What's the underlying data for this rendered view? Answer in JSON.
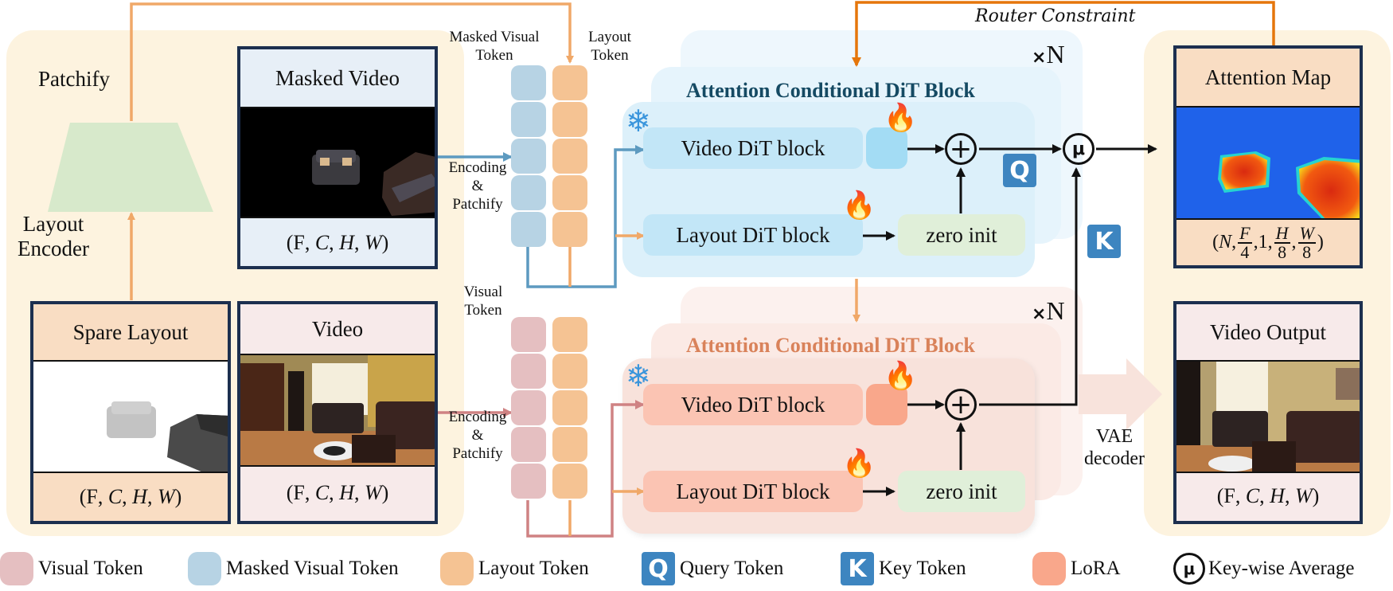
{
  "left_panel": {
    "patchify_label": "Patchify",
    "layout_encoder_label": "Layout\nEncoder",
    "masked_video": {
      "title": "Masked Video",
      "shape": [
        "F",
        "C",
        "H",
        "W"
      ]
    },
    "spare_layout": {
      "title": "Spare Layout",
      "shape": [
        "F",
        "C",
        "H",
        "W"
      ]
    },
    "video": {
      "title": "Video",
      "shape": [
        "F",
        "C",
        "H",
        "W"
      ]
    }
  },
  "tokens": {
    "masked_visual_label": "Masked Visual\nToken",
    "layout_label": "Layout\nToken",
    "visual_label": "Visual\nToken",
    "encoding_label_top": "Encoding\n&\nPatchify",
    "encoding_label_bottom": "Encoding\n&\nPatchify",
    "count_per_column": 5
  },
  "top_block": {
    "title": "Attention Conditional DiT Block",
    "repeat": "N",
    "video_block": "Video DiT block",
    "layout_block": "Layout DiT block",
    "zero_init": "zero init",
    "query_badge": "Q"
  },
  "bottom_block": {
    "title": "Attention Conditional DiT Block",
    "repeat": "N",
    "video_block": "Video DiT block",
    "layout_block": "Layout DiT block",
    "zero_init": "zero init",
    "key_badge": "K"
  },
  "router_constraint": "Router Constraint",
  "vae_decoder": "VAE\ndecoder",
  "ops": {
    "sum": "+",
    "mean": "μ"
  },
  "right_panel": {
    "attention_map": {
      "title": "Attention Map",
      "shape": {
        "N": "N",
        "F": "F",
        "F_div": "4",
        "one": "1",
        "H": "H",
        "H_div": "8",
        "W": "W",
        "W_div": "8"
      }
    },
    "video_output": {
      "title": "Video Output",
      "shape": [
        "F",
        "C",
        "H",
        "W"
      ]
    }
  },
  "legend": [
    {
      "label": "Visual Token",
      "kind": "swatch",
      "color": "#e5bfc1"
    },
    {
      "label": "Masked Visual Token",
      "kind": "swatch",
      "color": "#b7d3e4"
    },
    {
      "label": "Layout Token",
      "kind": "swatch",
      "color": "#f5c393"
    },
    {
      "label": "Query Token",
      "kind": "badge",
      "glyph": "Q",
      "color": "#3d85c0"
    },
    {
      "label": "Key Token",
      "kind": "badge",
      "glyph": "K",
      "color": "#3d85c0"
    },
    {
      "label": "LoRA",
      "kind": "swatch",
      "color": "#f9a78b"
    },
    {
      "label": "Key-wise Average",
      "kind": "circle",
      "glyph": "μ",
      "color": "#111111"
    }
  ],
  "colors": {
    "panel_bg": "#fdf3df",
    "card_border": "#1c2f4f",
    "masked_card_bg": "#e7eff7",
    "layout_card_bg": "#f9ddc3",
    "video_card_bg": "#f7eaea",
    "blue_stack": "#dff1fb",
    "blue_block": "#c2e6f7",
    "blue_lora": "#a3dcf4",
    "pink_stack": "#f9e6df",
    "pink_block": "#fbc4b3",
    "pink_lora": "#f9a78b",
    "zero_init": "#e0efd9",
    "encoder_trapezoid": "#d7e9cb",
    "orange_wire": "#f0a868",
    "router_wire": "#e5760b",
    "blue_wire": "#5d9ac0",
    "pink_wire": "#cf8283"
  }
}
